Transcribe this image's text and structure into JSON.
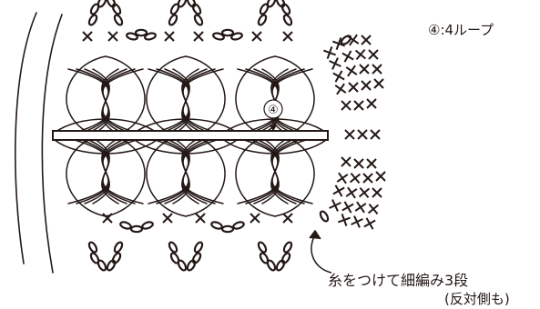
{
  "legend": {
    "marker": "④",
    "text": "④:4ループ"
  },
  "instruction": {
    "line1": "糸をつけて細編み3段",
    "line2": "(反対側も)"
  },
  "colors": {
    "ink": "#231815",
    "background": "#ffffff"
  },
  "icons": [
    "chain-stitch-icon",
    "single-crochet-icon",
    "arrow-icon"
  ]
}
